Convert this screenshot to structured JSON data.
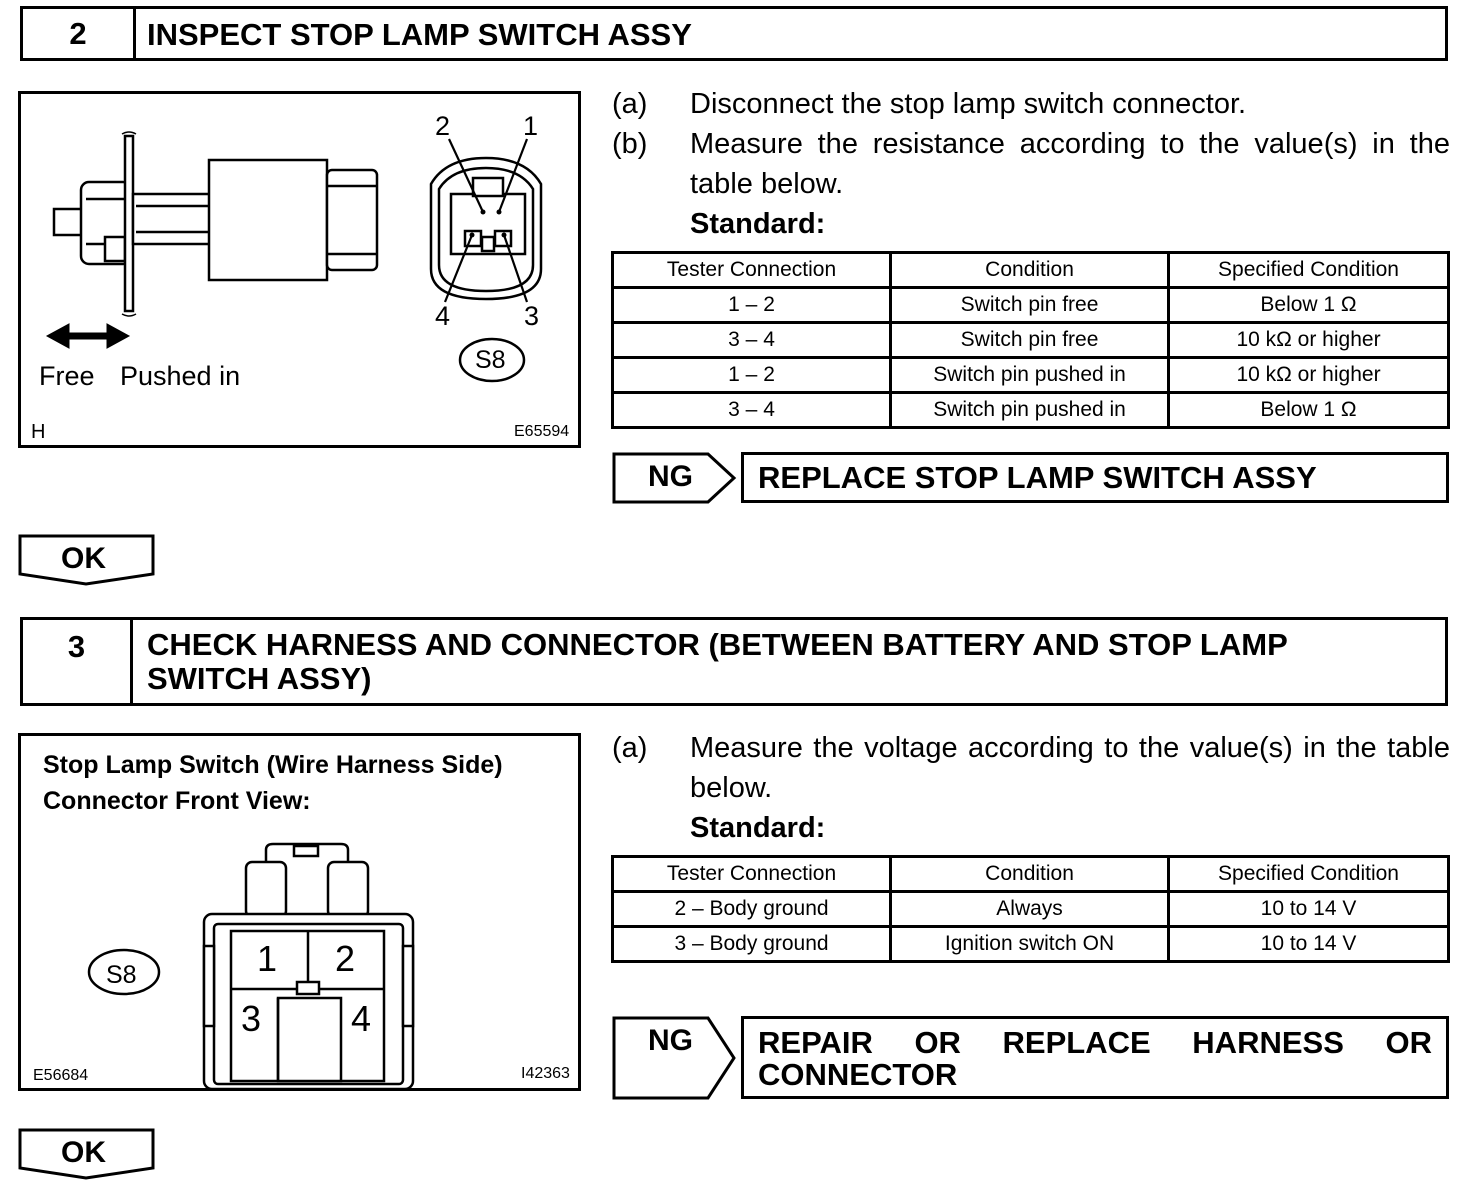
{
  "step2": {
    "number": "2",
    "title": "INSPECT STOP LAMP SWITCH ASSY",
    "figure": {
      "label_free": "Free",
      "label_pushed": "Pushed in",
      "pin_2": "2",
      "pin_1": "1",
      "pin_4": "4",
      "pin_3": "3",
      "connector_code": "S8",
      "corner_left": "H",
      "figure_code": "E65594"
    },
    "instructions": [
      {
        "label": "(a)",
        "text": "Disconnect the stop lamp switch connector."
      },
      {
        "label": "(b)",
        "text_line1": "Measure the resistance according to the value(s) in the",
        "text_line2": "table below."
      }
    ],
    "standard_label": "Standard:",
    "table": {
      "headers": [
        "Tester Connection",
        "Condition",
        "Specified Condition"
      ],
      "rows": [
        [
          "1 – 2",
          "Switch pin free",
          "Below 1 Ω"
        ],
        [
          "3 – 4",
          "Switch pin free",
          "10 kΩ or higher"
        ],
        [
          "1 – 2",
          "Switch pin pushed in",
          "10 kΩ or higher"
        ],
        [
          "3 – 4",
          "Switch pin pushed in",
          "Below 1 Ω"
        ]
      ]
    },
    "ng_label": "NG",
    "ng_action": "REPLACE STOP LAMP SWITCH ASSY",
    "ok_label": "OK"
  },
  "step3": {
    "number": "3",
    "title_line1": "CHECK HARNESS AND CONNECTOR (BETWEEN BATTERY AND STOP LAMP",
    "title_line2": "SWITCH ASSY)",
    "figure": {
      "caption_line1": "Stop Lamp Switch (Wire Harness Side)",
      "caption_line2": "Connector Front View:",
      "connector_code": "S8",
      "pin_1": "1",
      "pin_2": "2",
      "pin_3": "3",
      "pin_4": "4",
      "code_left": "E56684",
      "code_right": "I42363"
    },
    "instructions": [
      {
        "label": "(a)",
        "text_line1": "Measure the voltage according to the value(s) in the table",
        "text_line2": "below."
      }
    ],
    "standard_label": "Standard:",
    "table": {
      "headers": [
        "Tester Connection",
        "Condition",
        "Specified Condition"
      ],
      "rows": [
        [
          "2 – Body ground",
          "Always",
          "10 to 14 V"
        ],
        [
          "3 – Body ground",
          "Ignition switch ON",
          "10 to 14 V"
        ]
      ]
    },
    "ng_label": "NG",
    "ng_action_line1": [
      "REPAIR",
      "OR",
      "REPLACE",
      "HARNESS",
      "OR"
    ],
    "ng_action_line2": "CONNECTOR",
    "ok_label": "OK"
  }
}
